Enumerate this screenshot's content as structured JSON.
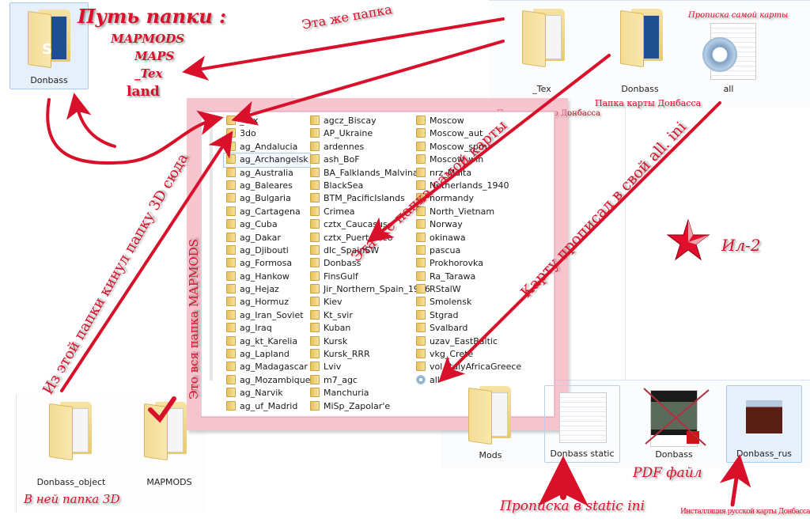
{
  "colors": {
    "annotation_red": "#d8102a",
    "frame_pink": "#f096a5",
    "selection_blue": "#e6f0fb"
  },
  "top_left_folder": {
    "label": "Donbass",
    "icon": "folder-icon"
  },
  "path_annotation": {
    "title": "Путь папки :",
    "steps": [
      "MAPMODS",
      "MAPS",
      "_Tex",
      "land"
    ]
  },
  "top_right_files": [
    {
      "label": "_Tex",
      "icon": "folder-icon",
      "caption": "Папка текстур Донбасса"
    },
    {
      "label": "Donbass",
      "icon": "folder-icon",
      "caption": "Папка карты Донбасса"
    },
    {
      "label": "all",
      "icon": "settings-file-icon",
      "caption": "Прописка самой карты"
    }
  ],
  "annotations": {
    "same_folder": "Эта же папка",
    "same_map_folder": "Эта же папка самой карты",
    "registered_in_all": "Карту прописал в свой all. ini",
    "from_this_folder": "Из этой папки кинул папку 3D сюда",
    "whole_mapmods": "Это вся папка MAPMODS",
    "il2": "Ил-2",
    "in_it_3d": "В ней папка 3D",
    "static_ini": "Прописка в static ini",
    "pdf_file": "PDF файл",
    "rus_install": "Инсталляция русской карты Донбасса"
  },
  "maps_list": {
    "columns": [
      [
        "_Tex",
        "3do",
        "ag_Andalucia",
        "ag_Archangelsk",
        "ag_Australia",
        "ag_Baleares",
        "ag_Bulgaria",
        "ag_Cartagena",
        "ag_Cuba",
        "ag_Dakar",
        "ag_Djibouti",
        "ag_Formosa",
        "ag_Hankow",
        "ag_Hejaz",
        "ag_Hormuz",
        "ag_Iran_Soviet",
        "ag_Iraq",
        "ag_kt_Karelia",
        "ag_Lapland",
        "ag_Madagascar",
        "ag_Mozambique",
        "ag_Narvik",
        "ag_uf_Madrid"
      ],
      [
        "agcz_Biscay",
        "AP_Ukraine",
        "ardennes",
        "ash_BoF",
        "BA_Falklands_Malvinas",
        "BlackSea",
        "BTM_PacificIslands",
        "Crimea",
        "cztx_Caucasus",
        "cztx_PuertoRico",
        "dlc_SpainSW",
        "Donbass",
        "FinsGulf",
        "Jir_Northern_Spain_1936",
        "Kiev",
        "Kt_svir",
        "Kuban",
        "Kursk",
        "Kursk_RRR",
        "Lviv",
        "m7_agc",
        "Manchuria",
        "MiSp_Zapolar'e"
      ],
      [
        "Moscow",
        "Moscow_aut",
        "Moscow_spm",
        "Moscow_win",
        "nrz_Malta",
        "Netherlands_1940",
        "normandy",
        "North_Vietnam",
        "Norway",
        "okinawa",
        "pascua",
        "Prokhorovka",
        "Ra_Tarawa",
        "RStalW",
        "Smolensk",
        "Stgrad",
        "Svalbard",
        "uzav_EastBaltic",
        "vkg_Crete",
        "vol_ItalyAfricaGreece",
        "all"
      ]
    ],
    "selected": "ag_Archangelsk"
  },
  "bottom_left_files": [
    {
      "label": "Donbass_object",
      "icon": "folder-icon"
    },
    {
      "label": "MAPMODS",
      "icon": "folder-icon"
    }
  ],
  "bottom_right_files": [
    {
      "label": "Mods",
      "icon": "folder-icon"
    },
    {
      "label": "Donbass static",
      "icon": "text-file-icon"
    },
    {
      "label": "Donbass",
      "icon": "pdf-file-icon"
    },
    {
      "label": "Donbass_rus",
      "icon": "installer-icon"
    }
  ]
}
